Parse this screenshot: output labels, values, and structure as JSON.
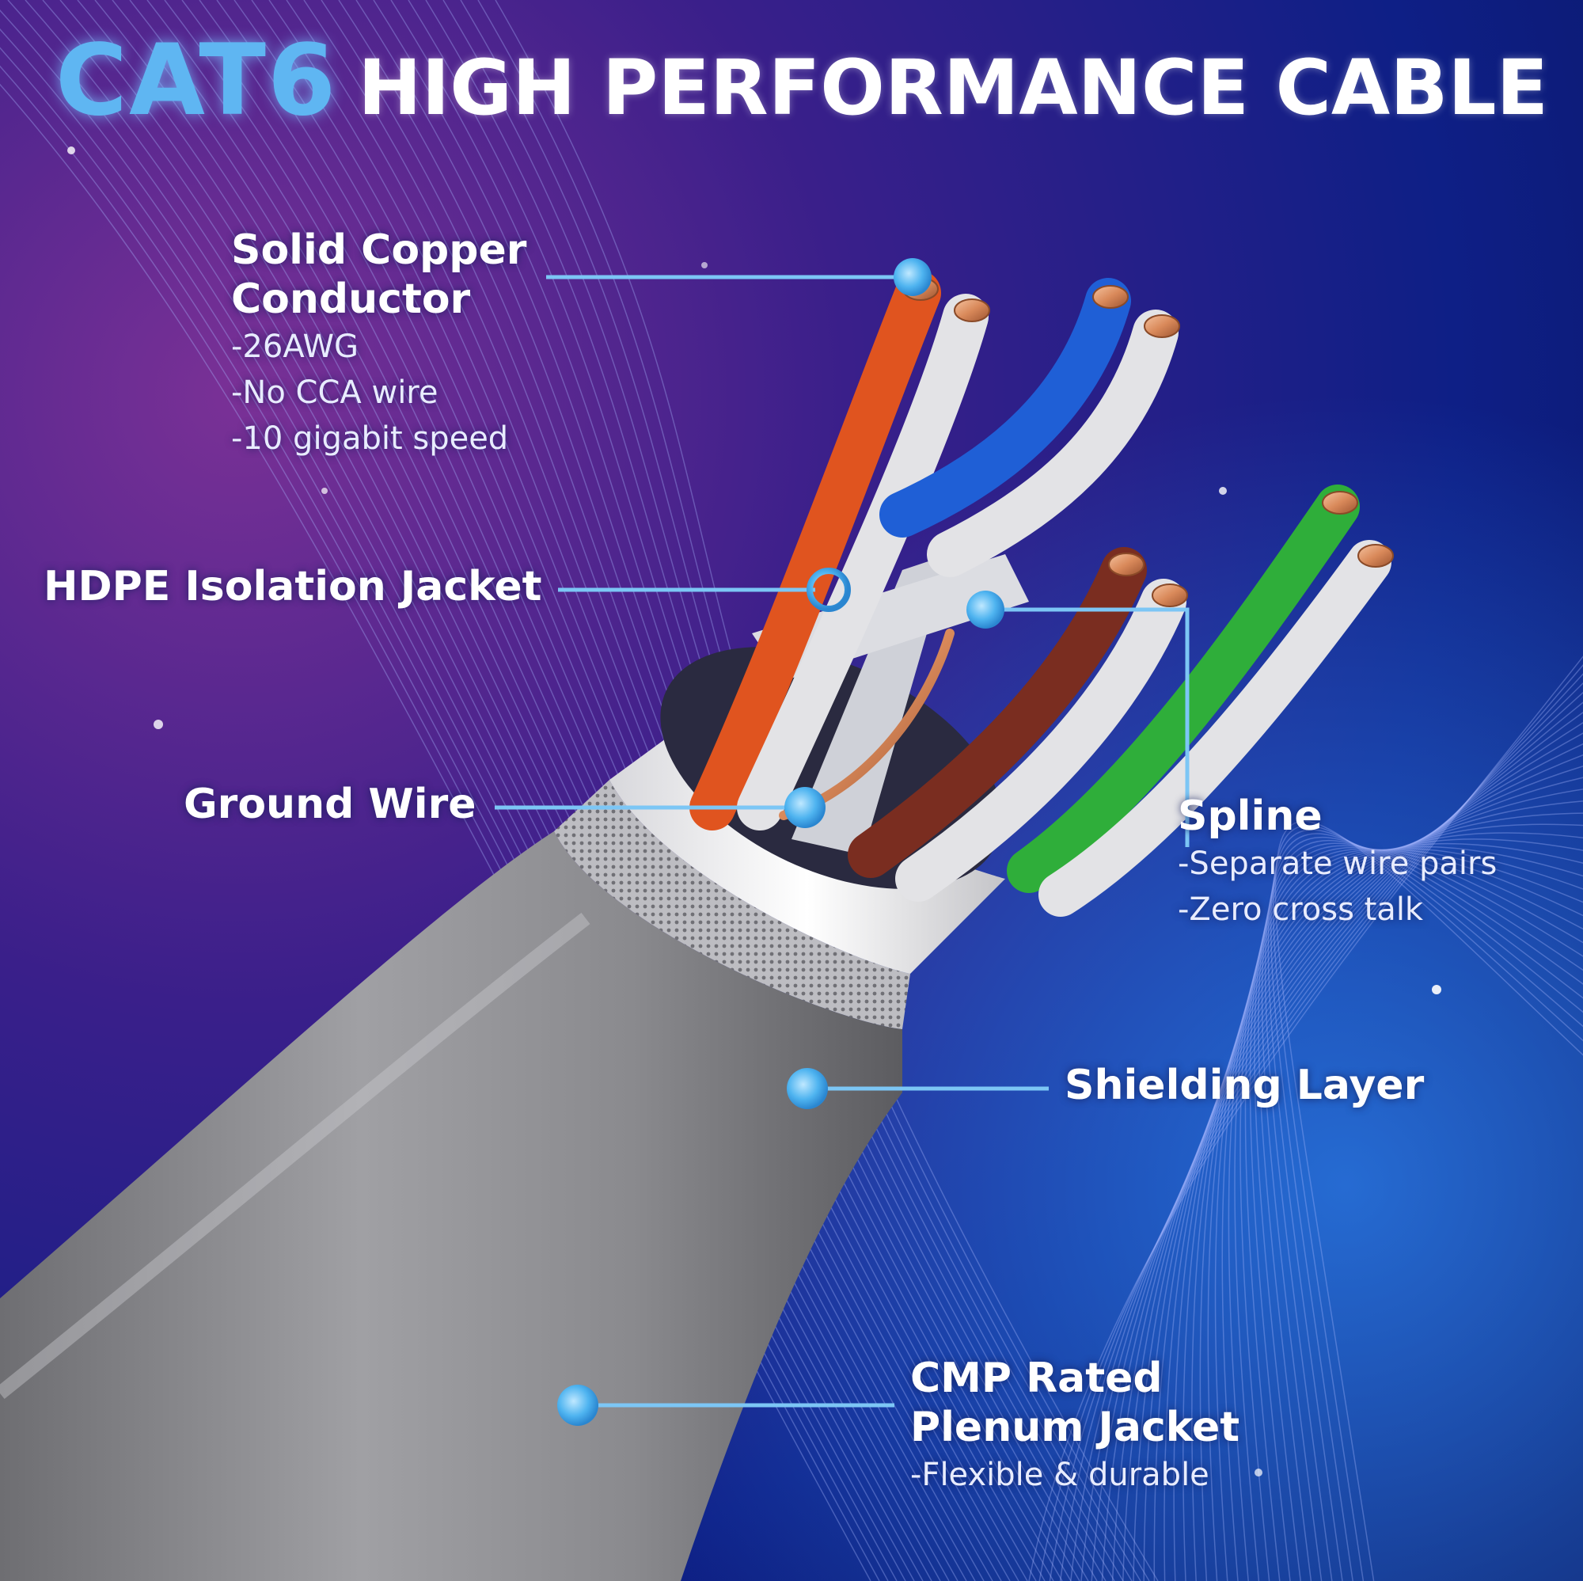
{
  "title": {
    "highlight": "CAT6",
    "rest": "HIGH PERFORMANCE CABLE"
  },
  "colors": {
    "background_dark": "#0b1a6e",
    "background_purple": "#6a2e8f",
    "accent_blue": "#5fb6f2",
    "jacket_gray": "#8c8c8c",
    "copper": "#d9895a",
    "wire_orange": "#e0541f",
    "wire_blue": "#1f5fd6",
    "wire_green": "#2fae3a",
    "wire_brown": "#7a2d20"
  },
  "callouts": {
    "conductor": {
      "heading_line1": "Solid Copper",
      "heading_line2": "Conductor",
      "details": [
        "-26AWG",
        "-No CCA wire",
        "-10 gigabit speed"
      ]
    },
    "isolation": {
      "heading": "HDPE Isolation Jacket"
    },
    "ground": {
      "heading": "Ground Wire"
    },
    "spline": {
      "heading": "Spline",
      "details": [
        "-Separate wire pairs",
        "-Zero cross talk"
      ]
    },
    "shielding": {
      "heading": "Shielding Layer"
    },
    "plenum": {
      "heading_line1": "CMP Rated",
      "heading_line2": "Plenum Jacket",
      "details": [
        "-Flexible & durable"
      ]
    }
  }
}
